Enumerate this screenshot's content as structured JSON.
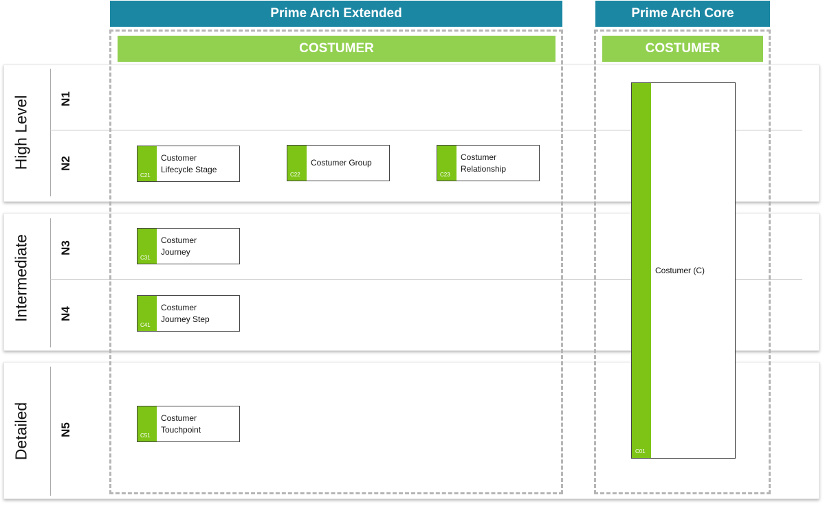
{
  "columns": {
    "extended": {
      "title": "Prime Arch Extended",
      "subtitle": "COSTUMER"
    },
    "core": {
      "title": "Prime Arch Core",
      "subtitle": "COSTUMER"
    }
  },
  "bands": [
    {
      "label": "High Level",
      "levels": [
        "N1",
        "N2"
      ]
    },
    {
      "label": "Intermediate",
      "levels": [
        "N3",
        "N4"
      ]
    },
    {
      "label": "Detailed",
      "levels": [
        "N5"
      ]
    }
  ],
  "entities": [
    {
      "code": "C21",
      "line1": "Customer",
      "line2": "Lifecycle Stage"
    },
    {
      "code": "C22",
      "line1": "Costumer Group",
      "line2": ""
    },
    {
      "code": "C23",
      "line1": "Costumer",
      "line2": "Relationship"
    },
    {
      "code": "C31",
      "line1": "Costumer",
      "line2": "Journey"
    },
    {
      "code": "C41",
      "line1": "Costumer",
      "line2": "Journey Step"
    },
    {
      "code": "C51",
      "line1": "Costumer",
      "line2": "Touchpoint"
    }
  ],
  "core_entity": {
    "code": "C01",
    "name": "Costumer (C)"
  },
  "colors": {
    "header": "#1b87a3",
    "subheader": "#92d050",
    "entity_tag": "#7dc416"
  }
}
